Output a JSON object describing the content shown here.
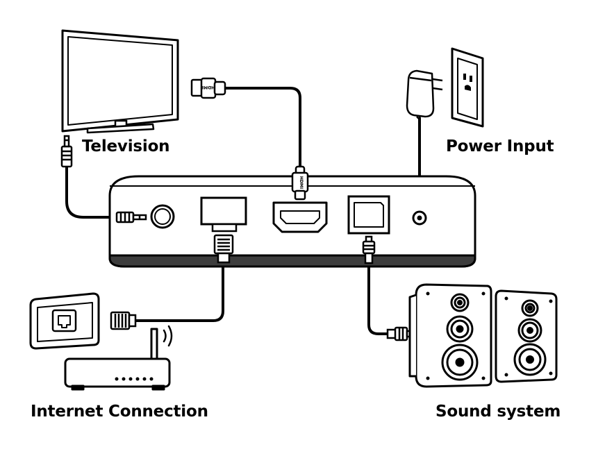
{
  "labels": {
    "television": "Television",
    "power_input": "Power Input",
    "internet_connection": "Internet Connection",
    "sound_system": "Sound system"
  },
  "connector_text": {
    "hdmi": "HDMI"
  },
  "colors": {
    "ink": "#000000",
    "box_fill": "#3d3d3d",
    "background": "#ffffff"
  },
  "icons": [
    "television-icon",
    "power-adapter-icon",
    "wall-outlet-icon",
    "ethernet-wall-jack-icon",
    "router-icon",
    "speaker-icon",
    "hdmi-plug-icon",
    "audio-jack-icon",
    "ethernet-plug-icon",
    "optical-plug-icon",
    "dc-plug-icon"
  ]
}
